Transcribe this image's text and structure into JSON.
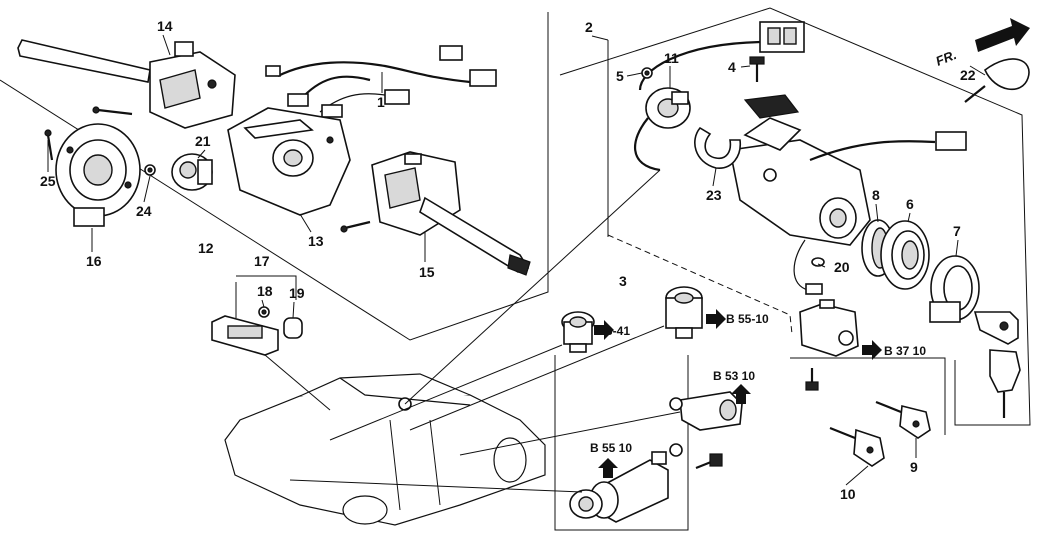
{
  "callouts": {
    "c1": "1",
    "c2": "2",
    "c3": "3",
    "c4": "4",
    "c5": "5",
    "c6": "6",
    "c7": "7",
    "c8": "8",
    "c9": "9",
    "c10": "10",
    "c11": "11",
    "c12": "12",
    "c13": "13",
    "c14": "14",
    "c15": "15",
    "c16": "16",
    "c17": "17",
    "c18": "18",
    "c19": "19",
    "c20": "20",
    "c21": "21",
    "c22": "22",
    "c23": "23",
    "c24": "24",
    "c25": "25"
  },
  "references": {
    "trunk_lock": "B-41",
    "door_cyl_top": "B 55-10",
    "ignition_unit": "B 37 10",
    "glove_lock": "B 53 10",
    "door_cyl_bottom": "B 55 10"
  },
  "orientation": {
    "label": "FR."
  }
}
